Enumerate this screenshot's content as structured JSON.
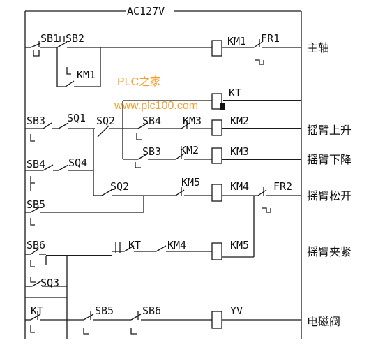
{
  "title": "AC127V",
  "rows": [
    {
      "label": "主轴"
    },
    {
      "label": "摇臂上升"
    },
    {
      "label": "摇臂下降"
    },
    {
      "label": "摇臂松开"
    },
    {
      "label": "摇臂夹紧"
    },
    {
      "label": "电磁阀"
    }
  ],
  "components": {
    "sb1": "SB1",
    "sb2": "SB2",
    "km1_aux": "KM1",
    "km1_coil": "KM1",
    "fr1": "FR1",
    "kt_coil": "KT",
    "sb3": "SB3",
    "sq1": "SQ1",
    "sq2a": "SQ2",
    "sb4a": "SB4",
    "km3_aux": "KM3",
    "km2_coil": "KM2",
    "sb3b": "SB3",
    "km2_aux": "KM2",
    "km3_coil": "KM3",
    "sb4": "SB4",
    "sq4": "SQ4",
    "sq2b": "SQ2",
    "km5_aux": "KM5",
    "km4_coil": "KM4",
    "fr2": "FR2",
    "sb5": "SB5",
    "sb6": "SB6",
    "kt_aux": "KT",
    "km4_aux": "KM4",
    "km5_coil": "KM5",
    "sq3": "SQ3",
    "kt_bottom": "KT",
    "sb5b": "SB5",
    "sb6b": "SB6",
    "yv_coil": "YV"
  },
  "watermark": {
    "line1": "PLC之家",
    "line2": "www.plc100.com"
  }
}
